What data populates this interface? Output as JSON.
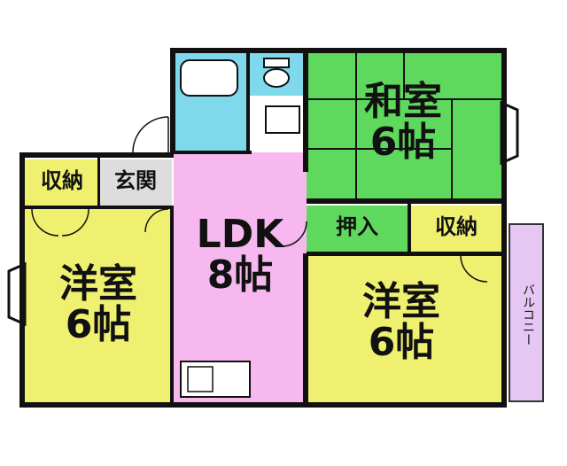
{
  "rooms": {
    "washitsu": {
      "name": "和室",
      "size": "6帖"
    },
    "ldk": {
      "name": "LDK",
      "size": "8帖"
    },
    "youshitsu_left": {
      "name": "洋室",
      "size": "6帖"
    },
    "youshitsu_right": {
      "name": "洋室",
      "size": "6帖"
    },
    "shuno_left": "収納",
    "genkan": "玄関",
    "oshiire": "押入",
    "shuno_right": "収納",
    "balcony": "バルコニー"
  },
  "colors": {
    "washitsu": "#5ed95e",
    "ldk": "#f7b8f0",
    "youshitsu": "#f0f070",
    "bath": "#7fd8ec",
    "balcony": "#e6c6f2",
    "genkan": "#dddddd",
    "wall": "#111111"
  }
}
